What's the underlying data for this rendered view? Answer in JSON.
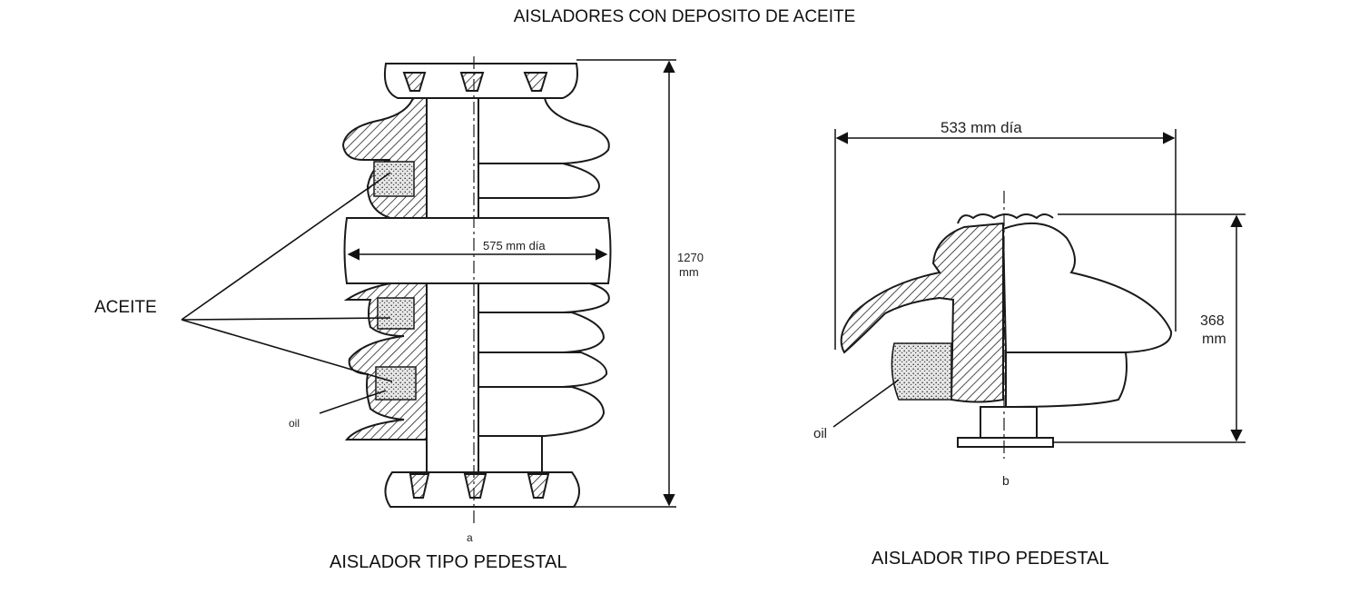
{
  "title": "AISLADORES CON DEPOSITO DE ACEITE",
  "callout_label": "ACEITE",
  "figure_a": {
    "caption": "AISLADOR TIPO PEDESTAL",
    "diameter_label": "575 mm día",
    "height_value": "1270",
    "height_unit": "mm",
    "oil_label": "oil",
    "letter": "a"
  },
  "figure_b": {
    "caption": "AISLADOR TIPO PEDESTAL",
    "diameter_label": "533 mm día",
    "height_value": "368",
    "height_unit": "mm",
    "oil_label": "oil",
    "letter": "b"
  },
  "colors": {
    "ink": "#1a1a1a",
    "porcelain": "#ffffff",
    "oil_fill": "#d9d9d9"
  }
}
